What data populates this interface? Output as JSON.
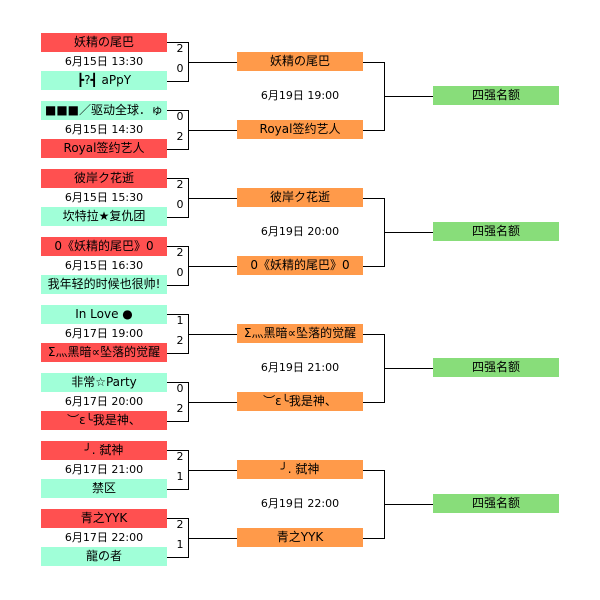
{
  "colors": {
    "winner": "#ff5050",
    "loser": "#a0ffd8",
    "round2": "#ff9a4a",
    "final": "#88dd7a"
  },
  "round1": [
    {
      "top": "妖精の尾巴",
      "bottom": "┣?┫ aPpY",
      "date": "6月15日 13:30",
      "score_top": "2",
      "score_bottom": "0"
    },
    {
      "top": "■■■／驱动全球．ゅ",
      "bottom": "Royal签约艺人",
      "date": "6月15日 14:30",
      "score_top": "0",
      "score_bottom": "2"
    },
    {
      "top": "彼岸ク花逝",
      "bottom": "坎特拉★复仇团",
      "date": "6月15日 15:30",
      "score_top": "2",
      "score_bottom": "0"
    },
    {
      "top": "0《妖精的尾巴》0",
      "bottom": "我年轻的时候也很帅!",
      "date": "6月15日 16:30",
      "score_top": "2",
      "score_bottom": "0"
    },
    {
      "top": "In  Love  ●",
      "bottom": "Σ灬黑暗∝坠落的觉醒",
      "date": "6月17日 19:00",
      "score_top": "1",
      "score_bottom": "2"
    },
    {
      "top": "非常☆Party",
      "bottom": "︶ε╰我是神、",
      "date": "6月17日 20:00",
      "score_top": "0",
      "score_bottom": "2"
    },
    {
      "top": "╯.   弑神",
      "bottom": "禁区",
      "date": "6月17日 21:00",
      "score_top": "2",
      "score_bottom": "1"
    },
    {
      "top": "青之YYK",
      "bottom": "龍の者",
      "date": "6月17日 22:00",
      "score_top": "2",
      "score_bottom": "1"
    }
  ],
  "round2": [
    {
      "top": "妖精の尾巴",
      "bottom": "Royal签约艺人",
      "date": "6月19日 19:00",
      "result": "四强名额"
    },
    {
      "top": "彼岸ク花逝",
      "bottom": "0《妖精的尾巴》0",
      "date": "6月19日 20:00",
      "result": "四强名额"
    },
    {
      "top": "Σ灬黑暗∝坠落的觉醒",
      "bottom": "︶ε╰我是神、",
      "date": "6月19日 21:00",
      "result": "四强名额"
    },
    {
      "top": "╯.   弑神",
      "bottom": "青之YYK",
      "date": "6月19日 22:00",
      "result": "四强名额"
    }
  ]
}
